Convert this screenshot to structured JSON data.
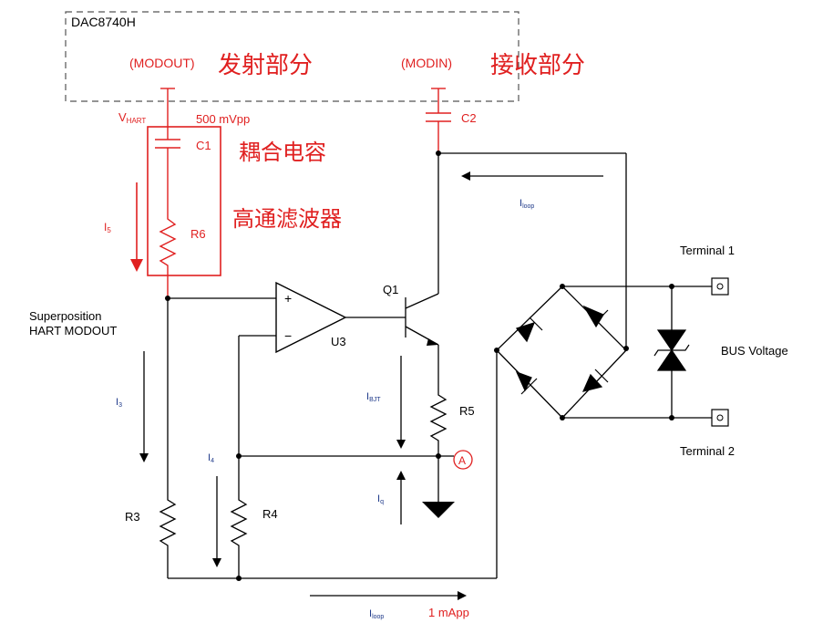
{
  "colors": {
    "wire": "#000000",
    "red": "#e02020",
    "blue_label": "#1f3a8a",
    "dashed_box": "#555555"
  },
  "chip": {
    "name": "DAC8740H",
    "modout_pin": "(MODOUT)",
    "modin_pin": "(MODIN)",
    "transmit_cn": "发射部分",
    "receive_cn": "接收部分"
  },
  "labels": {
    "vhart_main": "V",
    "vhart_sub": "HART",
    "amplitude": "500 mVpp",
    "c1": "C1",
    "c2": "C2",
    "coupling_cap_cn": "耦合电容",
    "highpass_cn": "高通滤波器",
    "r6": "R6",
    "r5": "R5",
    "r4": "R4",
    "r3": "R3",
    "q1": "Q1",
    "u3": "U3",
    "opamp_plus": "+",
    "opamp_minus": "−",
    "superposition_line1": "Superposition",
    "superposition_line2": "HART MODOUT",
    "terminal1": "Terminal 1",
    "terminal2": "Terminal 2",
    "bus_voltage": "BUS Voltage",
    "node_a": "A",
    "bottom_amp": "1 mApp"
  },
  "currents": {
    "i5": {
      "main": "I",
      "sub": "5"
    },
    "i3": {
      "main": "I",
      "sub": "3"
    },
    "i4": {
      "main": "I",
      "sub": "4"
    },
    "ibjt": {
      "main": "I",
      "sub": "BJT"
    },
    "iq": {
      "main": "I",
      "sub": "q"
    },
    "iloop_top": {
      "main": "I",
      "sub": "loop"
    },
    "iloop_bottom": {
      "main": "I",
      "sub": "loop"
    }
  }
}
